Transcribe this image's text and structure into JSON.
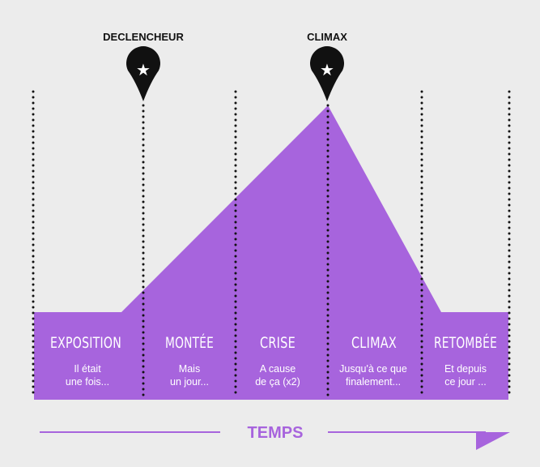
{
  "colors": {
    "area": "#a764dd",
    "axis": "#a764dd",
    "marker": "#111111",
    "background": "#ececec"
  },
  "markers": [
    {
      "label": "DECLENCHEUR",
      "icon": "star-icon"
    },
    {
      "label": "CLIMAX",
      "icon": "star-icon"
    }
  ],
  "stages": [
    {
      "name": "EXPOSITION",
      "desc1": "Il était",
      "desc2": "une fois..."
    },
    {
      "name": "MONTÉE",
      "desc1": "Mais",
      "desc2": "un jour..."
    },
    {
      "name": "CRISE",
      "desc1": "A cause",
      "desc2": "de ça (x2)"
    },
    {
      "name": "CLIMAX",
      "desc1": "Jusqu'à ce que",
      "desc2": "finalement..."
    },
    {
      "name": "RETOMBÉE",
      "desc1": "Et depuis",
      "desc2": "ce jour ..."
    }
  ],
  "axis": {
    "label": "TEMPS"
  }
}
